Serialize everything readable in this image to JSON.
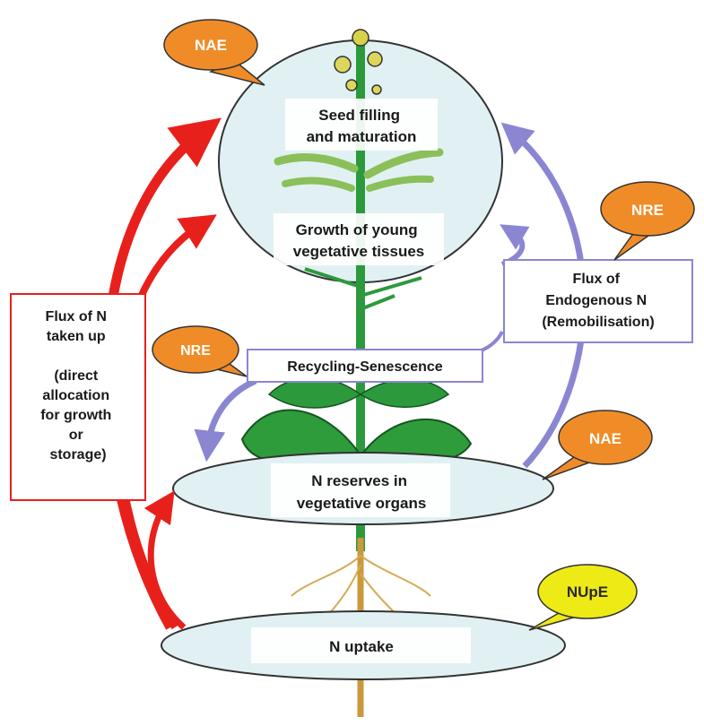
{
  "diagram": {
    "stages": {
      "seed_filling": {
        "line1": "Seed filling",
        "line2": "and maturation"
      },
      "young_growth": {
        "line1": "Growth of young",
        "line2": "vegetative tissues"
      },
      "reserves": {
        "line1": "N reserves in",
        "line2": "vegetative organs"
      },
      "uptake": {
        "line1": "N uptake"
      }
    },
    "boxes": {
      "flux_taken_up": {
        "lines": [
          "Flux of N",
          "taken up",
          "",
          "(direct",
          "allocation",
          "for growth",
          "or",
          "storage)"
        ]
      },
      "flux_endogenous": {
        "lines": [
          "Flux of",
          "Endogenous N",
          "(Remobilisation)"
        ]
      },
      "recycling": {
        "label": "Recycling-Senescence"
      }
    },
    "bubbles": {
      "nae_top": {
        "label": "NAE"
      },
      "nre_right": {
        "label": "NRE"
      },
      "nre_left": {
        "label": "NRE"
      },
      "nae_right": {
        "label": "NAE"
      },
      "nupe": {
        "label": "NUpE"
      }
    },
    "colors": {
      "uptake_arrows": "#e8201c",
      "remobilisation_arrows": "#8a86d2",
      "ellipse_fill": "#e1f1f3",
      "bubble_orange": "#f08c28",
      "bubble_yellow": "#eeea16",
      "plant_green": "#2c9a3c",
      "root_brown": "#c99a3a"
    }
  }
}
